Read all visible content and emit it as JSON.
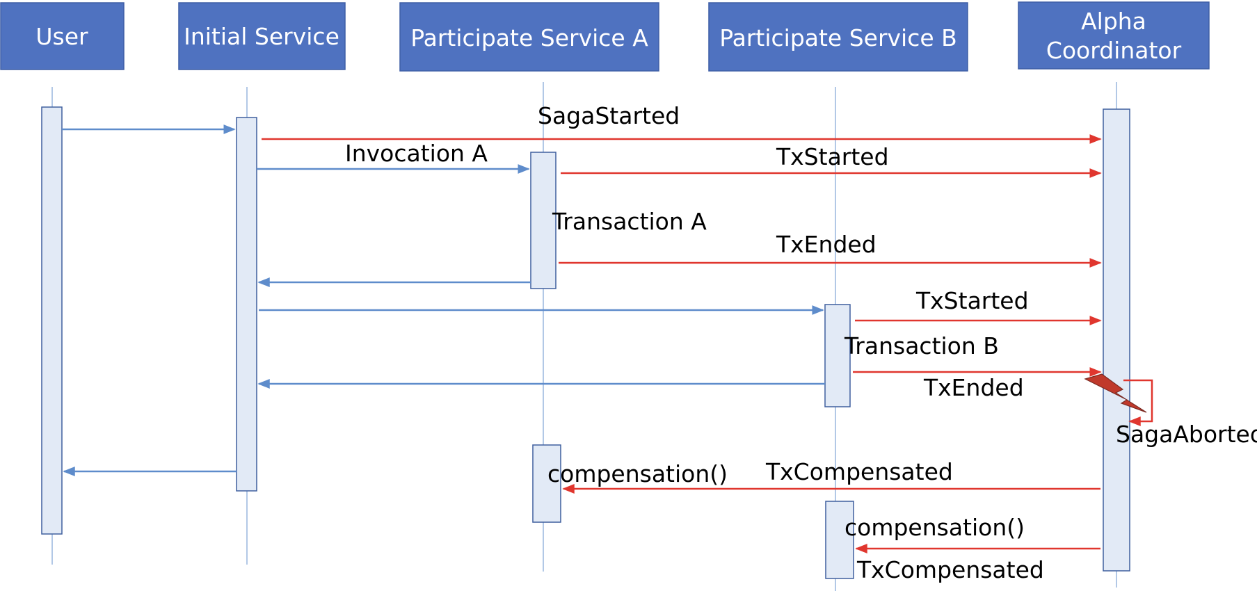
{
  "colors": {
    "header_fill": "#4f72c0",
    "header_stroke": "#3e5ea5",
    "activation_fill": "#e2eaf6",
    "activation_stroke": "#3f5f9e",
    "lifeline": "#7fa3d6",
    "call_arrow": "#5e8ccb",
    "event_arrow": "#e0362e",
    "lightning": "#c0392b"
  },
  "participants": {
    "user": "User",
    "initial": "Initial Service",
    "service_a": "Participate Service A",
    "service_b": "Participate Service B",
    "alpha_line1": "Alpha",
    "alpha_line2": "Coordinator"
  },
  "messages": {
    "saga_started": "SagaStarted",
    "invocation_a": "Invocation A",
    "tx_started_a": "TxStarted",
    "transaction_a": "Transaction A",
    "tx_ended_a": "TxEnded",
    "tx_started_b": "TxStarted",
    "transaction_b": "Transaction B",
    "tx_ended_b": "TxEnded",
    "saga_aborted": "SagaAborted",
    "compensation_a": "compensation()",
    "tx_compensated_a": "TxCompensated",
    "compensation_b": "compensation()",
    "tx_compensated_b": "TxCompensated"
  },
  "icons": {
    "failure": "lightning-bolt-icon"
  }
}
